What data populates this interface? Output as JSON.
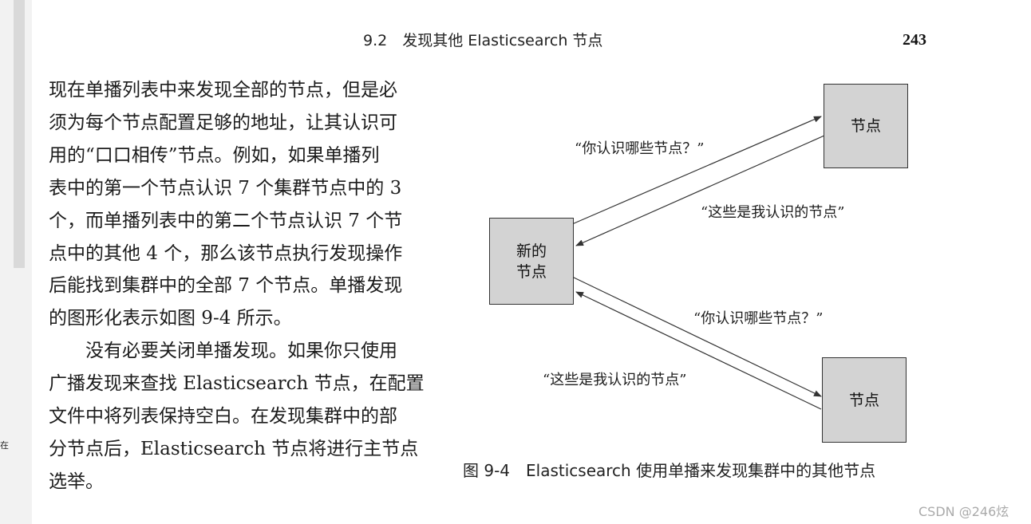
{
  "page_header": "9.2　发现其他 Elasticsearch 节点",
  "page_number": "243",
  "gutter_text": "在",
  "body_text": "现在单播列表中来发现全部的节点，但是必\n须为每个节点配置足够的地址，让其认识可\n用的“口口相传”节点。例如，如果单播列\n表中的第一个节点认识 7 个集群节点中的 3\n个，而单播列表中的第二个节点认识 7 个节\n点中的其他 4 个，那么该节点执行发现操作\n后能找到集群中的全部 7 个节点。单播发现\n的图形化表示如图 9-4 所示。\n　　没有必要关闭单播发现。如果你只使用\n广播发现来查找 Elasticsearch 节点，在配置\n文件中将列表保持空白。在发现集群中的部\n分节点后，Elasticsearch 节点将进行主节点\n选举。",
  "diagram": {
    "new_node_label": "新的\n节点",
    "top_node_label": "节点",
    "bottom_node_label": "节点",
    "msg_top_request": "“你认识哪些节点？”",
    "msg_top_response": "“这些是我认识的节点”",
    "msg_bottom_request": "“你认识哪些节点？”",
    "msg_bottom_response": "“这些是我认识的节点”"
  },
  "caption": "图 9-4　Elasticsearch 使用单播来发现集群中的其他节点",
  "watermark": "CSDN @246炫"
}
